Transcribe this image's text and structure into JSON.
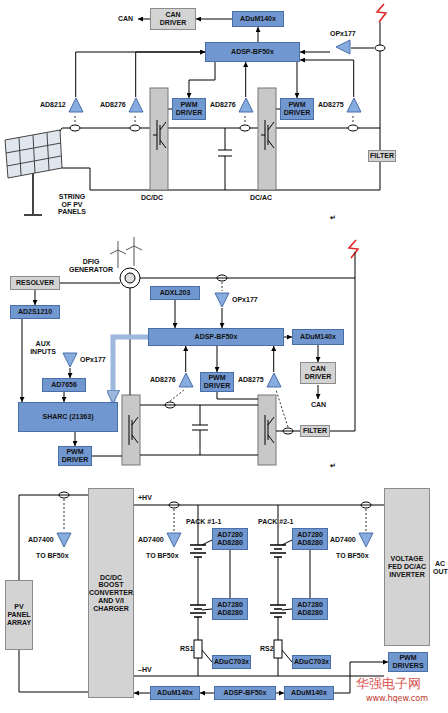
{
  "diagram": {
    "nodes": [
      {
        "text": [
          "CAN DRIVER"
        ]
      },
      {
        "text": [
          "ADuM140x"
        ]
      },
      {
        "text": [
          "ADSP-BF50x"
        ]
      },
      {
        "text": [
          "OPx177"
        ]
      },
      {
        "text": [
          "AD8212"
        ]
      },
      {
        "text": [
          "AD8276"
        ]
      },
      {
        "text": [
          "PWM DRIVER"
        ]
      },
      {
        "text": [
          "AD8276"
        ]
      },
      {
        "text": [
          "PWM DRIVER"
        ]
      },
      {
        "text": [
          "AD8275"
        ]
      },
      {
        "text": [
          "FILTER"
        ]
      },
      {
        "text": [
          "RESOLVER"
        ]
      },
      {
        "text": [
          "AD2S1210"
        ]
      },
      {
        "text": [
          "ADXL203"
        ]
      },
      {
        "text": [
          "OPx177"
        ]
      },
      {
        "text": [
          "ADSP-BF50x"
        ]
      },
      {
        "text": [
          "ADuM140x"
        ]
      },
      {
        "text": [
          "CAN DRIVER"
        ]
      },
      {
        "text": [
          "OPx177"
        ]
      },
      {
        "text": [
          "AD7656"
        ]
      },
      {
        "text": [
          "SHARC (21363)"
        ]
      },
      {
        "text": [
          "PWM DRIVER"
        ]
      },
      {
        "text": [
          "AD8276"
        ]
      },
      {
        "text": [
          "PWM DRIVER"
        ]
      },
      {
        "text": [
          "AD8275"
        ]
      },
      {
        "text": [
          "FILTER"
        ]
      },
      {
        "text": [
          "PV PANEL ARRAY"
        ]
      },
      {
        "text": [
          "DC/DC BOOST CONVERTER AND V/I CHARGER"
        ]
      },
      {
        "text": [
          "AD7400"
        ]
      },
      {
        "text": [
          "AD7400"
        ]
      },
      {
        "text": [
          "AD7280 AD8280"
        ]
      },
      {
        "text": [
          "AD7280 AD8280"
        ]
      },
      {
        "text": [
          "ADuC703x"
        ]
      },
      {
        "text": [
          "AD7280 AD8280"
        ]
      },
      {
        "text": [
          "AD7280 AD8280"
        ]
      },
      {
        "text": [
          "ADuC703x"
        ]
      },
      {
        "text": [
          "AD7400"
        ]
      },
      {
        "text": [
          "VOLTAGE FED DC/AC INVERTER"
        ]
      },
      {
        "text": [
          "PWM DRIVERS"
        ]
      },
      {
        "text": [
          "ADuM140x"
        ]
      },
      {
        "text": [
          "ADSP-BF50x"
        ]
      },
      {
        "text": [
          "ADuM140x"
        ]
      }
    ],
    "edges": [
      {
        "from": 1,
        "to": 0,
        "arrow": "to"
      },
      {
        "from": 2,
        "to": 1,
        "arrow": "to"
      },
      {
        "from": 3,
        "to": 2,
        "arrow": "to"
      },
      {
        "from": 4,
        "to": 2,
        "arrow": "to"
      },
      {
        "from": 5,
        "to": 2,
        "arrow": "to"
      },
      {
        "from": 2,
        "to": 6,
        "arrow": "to"
      },
      {
        "from": 7,
        "to": 2,
        "arrow": "to"
      },
      {
        "from": 2,
        "to": 8,
        "arrow": "to"
      },
      {
        "from": 9,
        "to": 2,
        "arrow": "to"
      },
      {
        "from": 11,
        "to": 12,
        "arrow": "to"
      },
      {
        "from": 12,
        "to": 20,
        "arrow": "to"
      },
      {
        "from": 13,
        "to": 15,
        "arrow": "to"
      },
      {
        "from": 14,
        "to": 15,
        "arrow": "to"
      },
      {
        "from": 15,
        "to": 16,
        "arrow": "to"
      },
      {
        "from": 16,
        "to": 17,
        "arrow": "to"
      },
      {
        "from": 18,
        "to": 19,
        "arrow": "to"
      },
      {
        "from": 19,
        "to": 20,
        "arrow": "to"
      },
      {
        "from": 15,
        "to": 20,
        "arrow": "to"
      },
      {
        "from": 20,
        "to": 21,
        "arrow": "to"
      },
      {
        "from": 22,
        "to": 15,
        "arrow": "to"
      },
      {
        "from": 15,
        "to": 23,
        "arrow": "to"
      },
      {
        "from": 24,
        "to": 15,
        "arrow": "to"
      },
      {
        "from": 30,
        "to": 31,
        "arrow": "none"
      },
      {
        "from": 33,
        "to": 34,
        "arrow": "none"
      },
      {
        "from": 40,
        "to": 39,
        "arrow": "to"
      },
      {
        "from": 40,
        "to": 41,
        "arrow": "to"
      },
      {
        "from": 39,
        "to": 27,
        "arrow": "to"
      },
      {
        "from": 41,
        "to": 38,
        "arrow": "to"
      }
    ],
    "labels": [
      "CAN",
      "STRING OF PV PANELS",
      "DC/DC",
      "DC/AC",
      "↵",
      "DFIG GENERATOR",
      "AUX INPUTS",
      "CAN",
      "↵",
      "+HV",
      "–HV",
      "TO BF50x",
      "TO BF50x",
      "TO BF50x",
      "PACK #1-1",
      "PACK #2-1",
      "RS1",
      "RS2",
      "AC OUT",
      "华强电子网",
      "www.hqew.com"
    ]
  }
}
